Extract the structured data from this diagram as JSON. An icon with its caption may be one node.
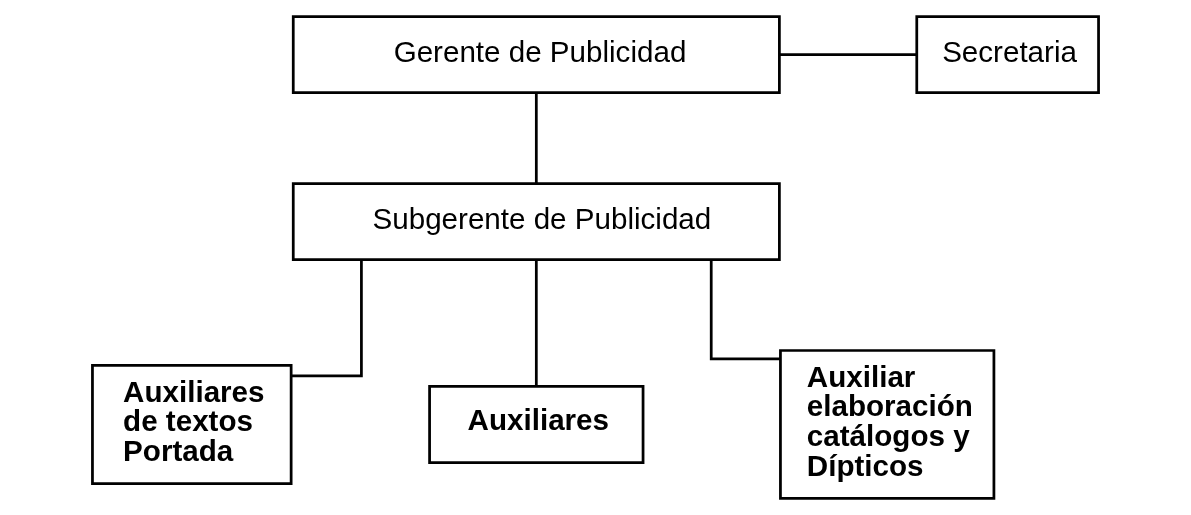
{
  "diagram": {
    "nodes": [
      {
        "text": [
          "Gerente de Publicidad"
        ]
      },
      {
        "text": [
          "Secretaria"
        ]
      },
      {
        "text": [
          "Subgerente de Publicidad"
        ]
      },
      {
        "text": [
          "Auxiliares de textos Portada"
        ]
      },
      {
        "text": [
          "Auxiliares"
        ]
      },
      {
        "text": [
          "Auxiliar elaboración catálogos y Dípticos"
        ]
      }
    ],
    "edges": [
      {
        "from": 0,
        "to": 1,
        "arrow": "none"
      },
      {
        "from": 0,
        "to": 2,
        "arrow": "none"
      },
      {
        "from": 2,
        "to": 3,
        "arrow": "none"
      },
      {
        "from": 2,
        "to": 4,
        "arrow": "none"
      },
      {
        "from": 2,
        "to": 5,
        "arrow": "none"
      }
    ]
  }
}
